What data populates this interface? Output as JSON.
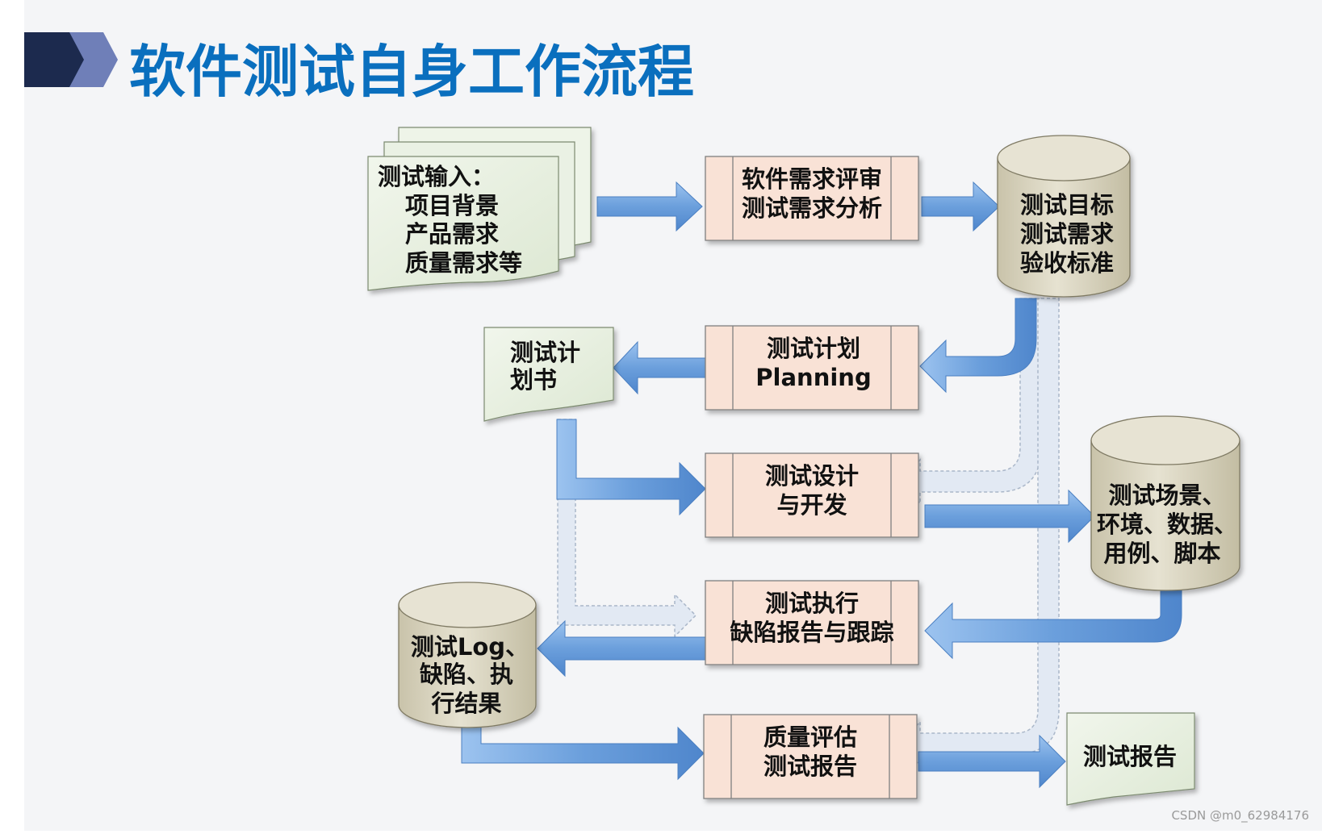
{
  "title": "软件测试自身工作流程",
  "watermark": "CSDN @m0_62984176",
  "colors": {
    "title": "#0a6fbe",
    "panel": "#f4f5f7",
    "header_dark": "#1c2a4e",
    "header_light": "#6f7fb8",
    "process_fill": "#f9e2d6",
    "document_fill": "#e8f0e2",
    "database_fill": "#ddd8c4",
    "arrow": "#6fa3dd"
  },
  "nodes": {
    "input": {
      "lines": [
        "测试输入：",
        "项目背景",
        "产品需求",
        "质量需求等"
      ]
    },
    "review": {
      "lines": [
        "软件需求评审",
        "测试需求分析"
      ]
    },
    "goals": {
      "lines": [
        "测试目标",
        "测试需求",
        "验收标准"
      ]
    },
    "plan": {
      "lines": [
        "测试计划",
        "Planning"
      ]
    },
    "plan_doc": {
      "lines": [
        "测试计",
        "划书"
      ]
    },
    "design": {
      "lines": [
        "测试设计",
        "与开发"
      ]
    },
    "assets": {
      "lines": [
        "测试场景、",
        "环境、数据、",
        "用例、脚本"
      ]
    },
    "execute": {
      "lines": [
        "测试执行",
        "缺陷报告与跟踪"
      ]
    },
    "log": {
      "lines": [
        "测试Log、",
        "缺陷、执",
        "行结果"
      ]
    },
    "assess": {
      "lines": [
        "质量评估",
        "测试报告"
      ]
    },
    "report": {
      "lines": [
        "测试报告"
      ]
    }
  }
}
